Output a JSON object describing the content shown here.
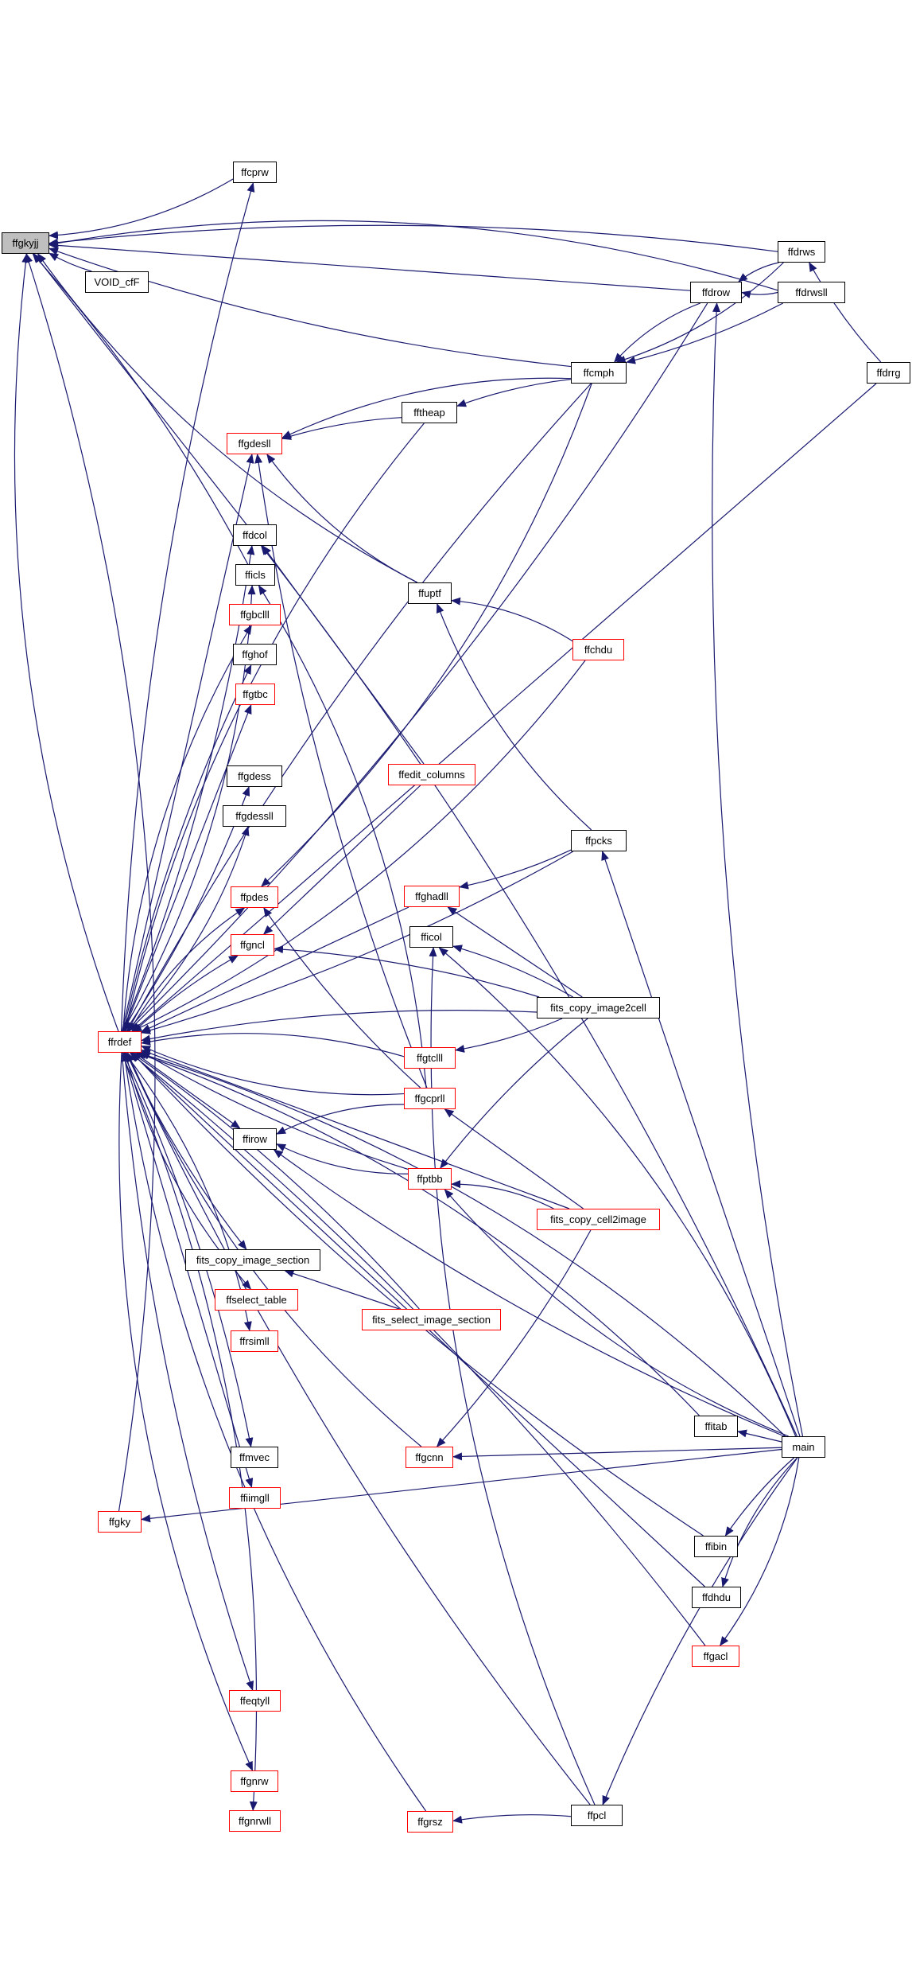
{
  "diagram": {
    "title": "",
    "colors": {
      "edge": "#191970",
      "node_border": "#000000",
      "node_border_link": "#ff0000",
      "root_fill": "#bfbfbf"
    },
    "nodes": {
      "ffgkyjj": {
        "label": "ffgkyjj",
        "style": "root"
      },
      "ffcprw": {
        "label": "ffcprw",
        "style": "black"
      },
      "void_cff": {
        "label": "VOID_cfF",
        "style": "black"
      },
      "ffgdesll": {
        "label": "ffgdesll",
        "style": "red"
      },
      "ffdcol": {
        "label": "ffdcol",
        "style": "black"
      },
      "fficls": {
        "label": "fficls",
        "style": "black"
      },
      "ffgbclll": {
        "label": "ffgbclll",
        "style": "red"
      },
      "ffghof": {
        "label": "ffghof",
        "style": "black"
      },
      "ffgtbc": {
        "label": "ffgtbc",
        "style": "red"
      },
      "ffgdess": {
        "label": "ffgdess",
        "style": "black"
      },
      "ffgdessll": {
        "label": "ffgdessll",
        "style": "black"
      },
      "ffpdes": {
        "label": "ffpdes",
        "style": "red"
      },
      "ffgncl": {
        "label": "ffgncl",
        "style": "red"
      },
      "ffrdef": {
        "label": "ffrdef",
        "style": "red"
      },
      "ffirow": {
        "label": "ffirow",
        "style": "black"
      },
      "fits_copy_image_section": {
        "label": "fits_copy_image_section",
        "style": "black"
      },
      "ffselect_table": {
        "label": "ffselect_table",
        "style": "red"
      },
      "ffrsimll": {
        "label": "ffrsimll",
        "style": "red"
      },
      "ffmvec": {
        "label": "ffmvec",
        "style": "black"
      },
      "ffiimgll": {
        "label": "ffiimgll",
        "style": "red"
      },
      "ffgky": {
        "label": "ffgky",
        "style": "red"
      },
      "ffeqtyll": {
        "label": "ffeqtyll",
        "style": "red"
      },
      "ffgnrw": {
        "label": "ffgnrw",
        "style": "red"
      },
      "ffgnrwll": {
        "label": "ffgnrwll",
        "style": "red"
      },
      "fftheap": {
        "label": "fftheap",
        "style": "black"
      },
      "ffuptf": {
        "label": "ffuptf",
        "style": "black"
      },
      "ffedit_columns": {
        "label": "ffedit_columns",
        "style": "red"
      },
      "ffghadll": {
        "label": "ffghadll",
        "style": "red"
      },
      "fficol": {
        "label": "fficol",
        "style": "black"
      },
      "ffgtclll": {
        "label": "ffgtclll",
        "style": "red"
      },
      "ffgcprll": {
        "label": "ffgcprll",
        "style": "red"
      },
      "ffptbb": {
        "label": "ffptbb",
        "style": "red"
      },
      "fits_select_image_section": {
        "label": "fits_select_image_section",
        "style": "red"
      },
      "ffgcnn": {
        "label": "ffgcnn",
        "style": "red"
      },
      "ffgrsz": {
        "label": "ffgrsz",
        "style": "red"
      },
      "ffcmph": {
        "label": "ffcmph",
        "style": "black"
      },
      "ffchdu": {
        "label": "ffchdu",
        "style": "red"
      },
      "ffpcks": {
        "label": "ffpcks",
        "style": "black"
      },
      "fits_copy_image2cell": {
        "label": "fits_copy_image2cell",
        "style": "black"
      },
      "fits_copy_cell2image": {
        "label": "fits_copy_cell2image",
        "style": "red"
      },
      "ffpcl": {
        "label": "ffpcl",
        "style": "black"
      },
      "ffdrow": {
        "label": "ffdrow",
        "style": "black"
      },
      "ffitab": {
        "label": "ffitab",
        "style": "black"
      },
      "ffibin": {
        "label": "ffibin",
        "style": "black"
      },
      "ffdhdu": {
        "label": "ffdhdu",
        "style": "black"
      },
      "ffgacl": {
        "label": "ffgacl",
        "style": "red"
      },
      "ffdrws": {
        "label": "ffdrws",
        "style": "black"
      },
      "ffdrwsll": {
        "label": "ffdrwsll",
        "style": "black"
      },
      "ffdrrg": {
        "label": "ffdrrg",
        "style": "black"
      },
      "main": {
        "label": "main",
        "style": "black"
      }
    },
    "edges": [
      [
        "ffcprw",
        "ffgkyjj"
      ],
      [
        "void_cff",
        "ffgkyjj"
      ],
      [
        "ffdcol",
        "ffgkyjj"
      ],
      [
        "fficls",
        "ffgkyjj"
      ],
      [
        "ffgky",
        "ffgkyjj"
      ],
      [
        "ffuptf",
        "ffgkyjj"
      ],
      [
        "ffcmph",
        "ffgkyjj"
      ],
      [
        "ffdrow",
        "ffgkyjj"
      ],
      [
        "ffdrws",
        "ffgkyjj"
      ],
      [
        "ffdrwsll",
        "ffgkyjj"
      ],
      [
        "ffrdef",
        "ffgkyjj"
      ],
      [
        "ffrdef",
        "ffcprw"
      ],
      [
        "ffrdef",
        "ffgdesll"
      ],
      [
        "ffrdef",
        "ffdcol"
      ],
      [
        "ffrdef",
        "fficls"
      ],
      [
        "ffrdef",
        "ffgbclll"
      ],
      [
        "ffrdef",
        "ffghof"
      ],
      [
        "ffrdef",
        "ffgtbc"
      ],
      [
        "ffrdef",
        "ffgdess"
      ],
      [
        "ffrdef",
        "ffgdessll"
      ],
      [
        "ffrdef",
        "ffpdes"
      ],
      [
        "ffrdef",
        "ffgncl"
      ],
      [
        "ffrdef",
        "ffirow"
      ],
      [
        "ffrdef",
        "fits_copy_image_section"
      ],
      [
        "ffrdef",
        "ffselect_table"
      ],
      [
        "ffrdef",
        "ffrsimll"
      ],
      [
        "ffrdef",
        "ffmvec"
      ],
      [
        "ffrdef",
        "ffiimgll"
      ],
      [
        "ffrdef",
        "ffeqtyll"
      ],
      [
        "ffrdef",
        "ffgnrw"
      ],
      [
        "ffrdef",
        "ffgnrwll"
      ],
      [
        "ffdrow",
        "ffrdef"
      ],
      [
        "ffdrrg",
        "ffrdef"
      ],
      [
        "ffcmph",
        "ffrdef"
      ],
      [
        "fftheap",
        "ffrdef"
      ],
      [
        "ffchdu",
        "ffrdef"
      ],
      [
        "ffpcks",
        "ffrdef"
      ],
      [
        "ffghadll",
        "ffrdef"
      ],
      [
        "fits_copy_image2cell",
        "ffrdef"
      ],
      [
        "ffgtclll",
        "ffrdef"
      ],
      [
        "ffgcprll",
        "ffrdef"
      ],
      [
        "ffptbb",
        "ffrdef"
      ],
      [
        "fits_copy_cell2image",
        "ffrdef"
      ],
      [
        "fits_select_image_section",
        "ffrdef"
      ],
      [
        "ffitab",
        "ffrdef"
      ],
      [
        "ffgcnn",
        "ffrdef"
      ],
      [
        "ffibin",
        "ffrdef"
      ],
      [
        "ffdhdu",
        "ffrdef"
      ],
      [
        "ffgacl",
        "ffrdef"
      ],
      [
        "main",
        "ffrdef"
      ],
      [
        "ffgrsz",
        "ffrdef"
      ],
      [
        "ffpcl",
        "ffrdef"
      ],
      [
        "main",
        "ffgky"
      ],
      [
        "fftheap",
        "ffgdesll"
      ],
      [
        "ffcmph",
        "ffgdesll"
      ],
      [
        "ffuptf",
        "ffgdesll"
      ],
      [
        "ffgcprll",
        "ffgdesll"
      ],
      [
        "ffedit_columns",
        "ffdcol"
      ],
      [
        "main",
        "ffdcol"
      ],
      [
        "ffgcprll",
        "fficls"
      ],
      [
        "ffcmph",
        "ffpdes"
      ],
      [
        "ffgcprll",
        "ffpdes"
      ],
      [
        "ffedit_columns",
        "ffgncl"
      ],
      [
        "fits_copy_image2cell",
        "ffgncl"
      ],
      [
        "ffgcprll",
        "ffirow"
      ],
      [
        "ffptbb",
        "ffirow"
      ],
      [
        "main",
        "ffirow"
      ],
      [
        "fits_select_image_section",
        "fits_copy_image_section"
      ],
      [
        "ffcmph",
        "fftheap"
      ],
      [
        "ffchdu",
        "ffuptf"
      ],
      [
        "ffpcks",
        "ffuptf"
      ],
      [
        "ffpcks",
        "ffghadll"
      ],
      [
        "fits_copy_image2cell",
        "ffghadll"
      ],
      [
        "fits_copy_image2cell",
        "fficol"
      ],
      [
        "main",
        "fficol"
      ],
      [
        "ffpcl",
        "fficol"
      ],
      [
        "fits_copy_image2cell",
        "ffgtclll"
      ],
      [
        "fits_copy_cell2image",
        "ffgcprll"
      ],
      [
        "fits_copy_image2cell",
        "ffptbb"
      ],
      [
        "fits_copy_cell2image",
        "ffptbb"
      ],
      [
        "main",
        "ffptbb"
      ],
      [
        "fits_copy_cell2image",
        "ffgcnn"
      ],
      [
        "main",
        "ffgcnn"
      ],
      [
        "ffpcl",
        "ffgrsz"
      ],
      [
        "ffdrow",
        "ffcmph"
      ],
      [
        "ffdrws",
        "ffcmph"
      ],
      [
        "ffdrwsll",
        "ffcmph"
      ],
      [
        "main",
        "ffpcks"
      ],
      [
        "main",
        "ffpcl"
      ],
      [
        "ffdrws",
        "ffdrow"
      ],
      [
        "ffdrwsll",
        "ffdrow"
      ],
      [
        "main",
        "ffdrow"
      ],
      [
        "main",
        "ffitab"
      ],
      [
        "main",
        "ffibin"
      ],
      [
        "main",
        "ffdhdu"
      ],
      [
        "main",
        "ffgacl"
      ],
      [
        "ffdrrg",
        "ffdrws"
      ]
    ]
  }
}
